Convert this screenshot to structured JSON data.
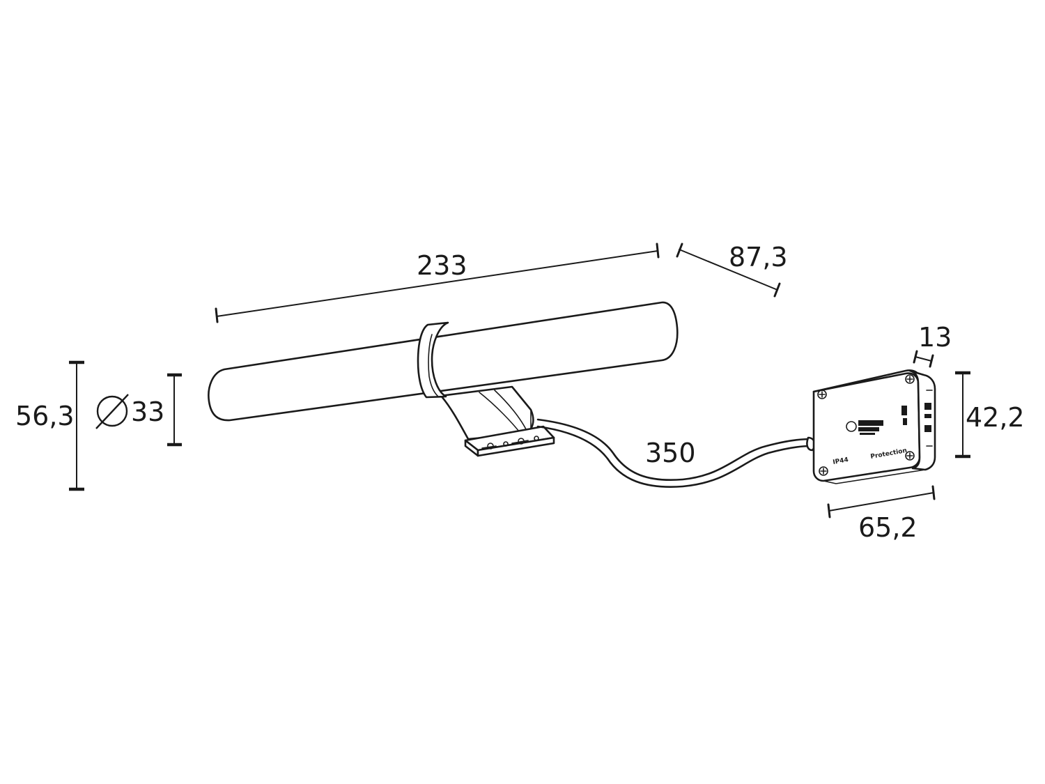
{
  "dimensions": {
    "length": "233",
    "depth": "87,3",
    "height_total": "56,3",
    "diameter": "33",
    "cable_length": "350",
    "box_thickness": "13",
    "box_height": "42,2",
    "box_width": "65,2"
  },
  "box_labels": {
    "rating": "IP44",
    "model": "Protection"
  },
  "colors": {
    "line": "#1a1a1a",
    "background": "#ffffff"
  }
}
